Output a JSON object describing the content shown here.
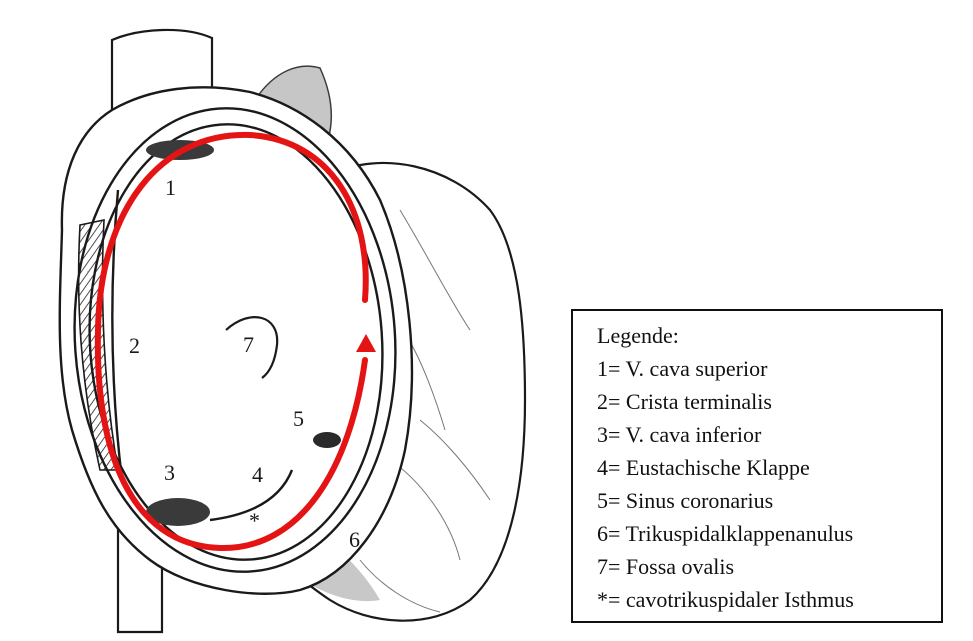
{
  "labels": {
    "n1": "1",
    "n2": "2",
    "n3": "3",
    "n4": "4",
    "n5": "5",
    "n6": "6",
    "n7": "7",
    "isthmus": "*"
  },
  "legend": {
    "title": "Legende:",
    "entries": [
      "1= V. cava superior",
      "2= Crista terminalis",
      "3= V. cava inferior",
      "4= Eustachische Klappe",
      "5= Sinus coronarius",
      "6= Trikuspidalklappenanulus",
      "7= Fossa ovalis",
      "*= cavotrikuspidaler Isthmus"
    ]
  },
  "colors": {
    "arrow": "#e41414",
    "ink": "#1a1a1a",
    "dark_patch": "#3a3a3a"
  }
}
